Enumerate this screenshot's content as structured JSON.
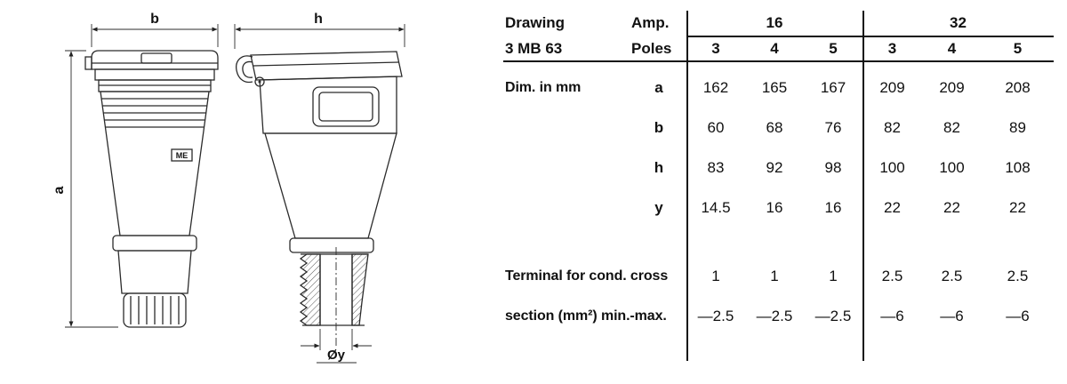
{
  "drawing": {
    "labels": {
      "b": "b",
      "h": "h",
      "a": "a",
      "oy": "Øy"
    },
    "logo": "ME"
  },
  "table": {
    "header": {
      "drawing": "Drawing",
      "drawing_no": "3 MB 63",
      "amp": "Amp.",
      "poles": "Poles",
      "groups": [
        {
          "amp": "16",
          "poles": [
            "3",
            "4",
            "5"
          ]
        },
        {
          "amp": "32",
          "poles": [
            "3",
            "4",
            "5"
          ]
        }
      ]
    },
    "rows": [
      {
        "label": "Dim. in mm",
        "dim": "a",
        "values": [
          "162",
          "165",
          "167",
          "209",
          "209",
          "208"
        ]
      },
      {
        "label": "",
        "dim": "b",
        "values": [
          "60",
          "68",
          "76",
          "82",
          "82",
          "89"
        ]
      },
      {
        "label": "",
        "dim": "h",
        "values": [
          "83",
          "92",
          "98",
          "100",
          "100",
          "108"
        ]
      },
      {
        "label": "",
        "dim": "y",
        "values": [
          "14.5",
          "16",
          "16",
          "22",
          "22",
          "22"
        ]
      },
      {
        "label": "Terminal for cond. cross",
        "dim": "",
        "values": [
          "1",
          "1",
          "1",
          "2.5",
          "2.5",
          "2.5"
        ]
      },
      {
        "label": "section (mm²) min.-max.",
        "dim": "",
        "values": [
          "—2.5",
          "—2.5",
          "—2.5",
          "—6",
          "—6",
          "—6"
        ]
      }
    ]
  }
}
